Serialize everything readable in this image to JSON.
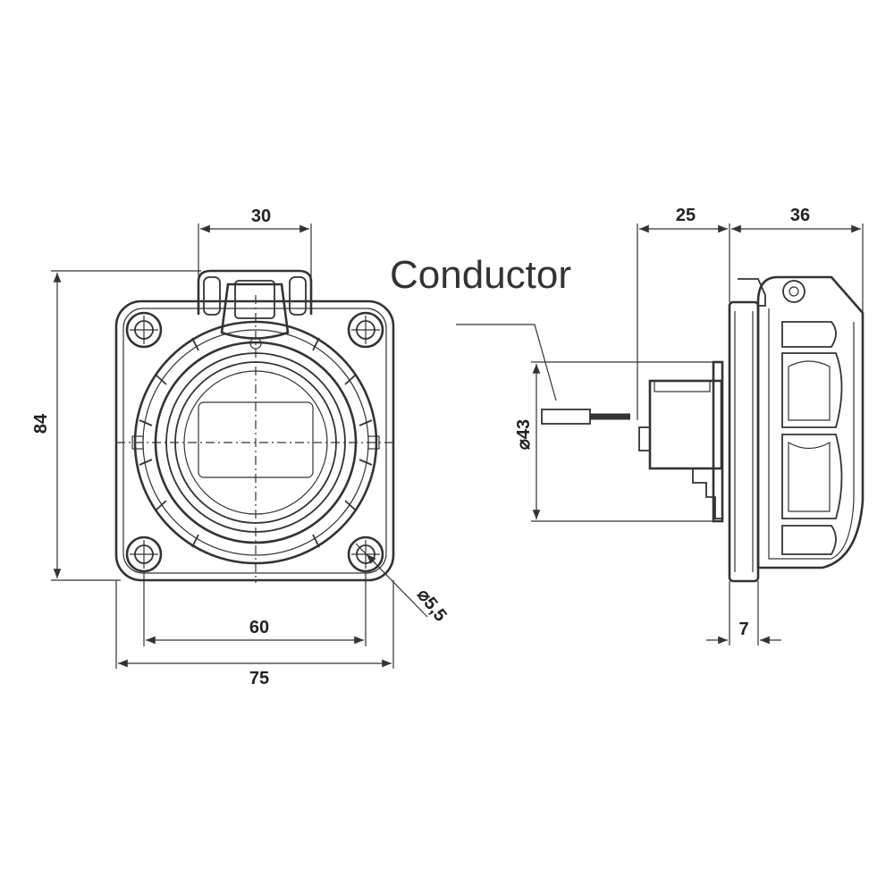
{
  "callout": {
    "label": "Conductor"
  },
  "front_view": {
    "dim_top": "30",
    "dim_height": "84",
    "dim_hole_spacing": "60",
    "dim_width": "75",
    "dim_hole_dia": "⌀5,5"
  },
  "side_view": {
    "dim_depth_rear": "25",
    "dim_depth_front": "36",
    "dim_body_dia": "⌀43",
    "dim_flange": "7"
  },
  "colors": {
    "line": "#333333",
    "background": "#ffffff"
  }
}
